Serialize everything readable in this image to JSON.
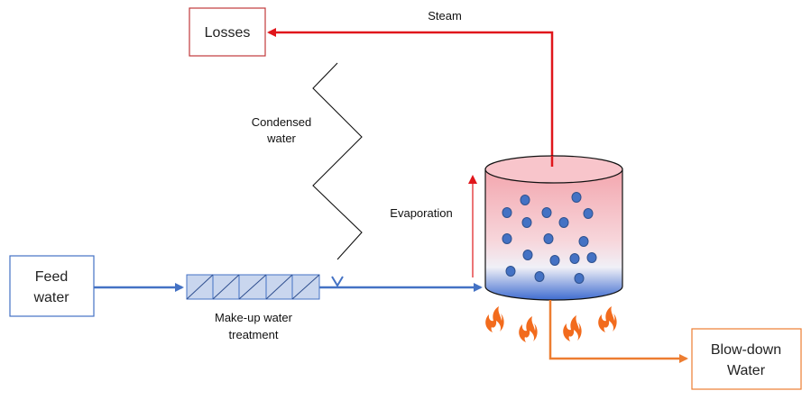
{
  "nodes": {
    "losses": "Losses",
    "feed_water": [
      "Feed",
      "water"
    ],
    "blowdown": [
      "Blow-down",
      "Water"
    ]
  },
  "labels": {
    "steam": "Steam",
    "condensed": [
      "Condensed",
      "water"
    ],
    "evaporation": "Evaporation",
    "makeup": [
      "Make-up water",
      "treatment"
    ]
  },
  "colors": {
    "steam": "#e0161b",
    "water": "#4472c4",
    "blowdown": "#ed7d31",
    "losses_border": "#c0393b",
    "feed_border": "#4472c4",
    "blowdown_border": "#ed7d31",
    "bubble": "#4472c4",
    "flame": "#f26b1d"
  },
  "icons": [
    "flame-icon",
    "bubble-icon",
    "heat-exchanger-icon",
    "treatment-filter-icon"
  ]
}
